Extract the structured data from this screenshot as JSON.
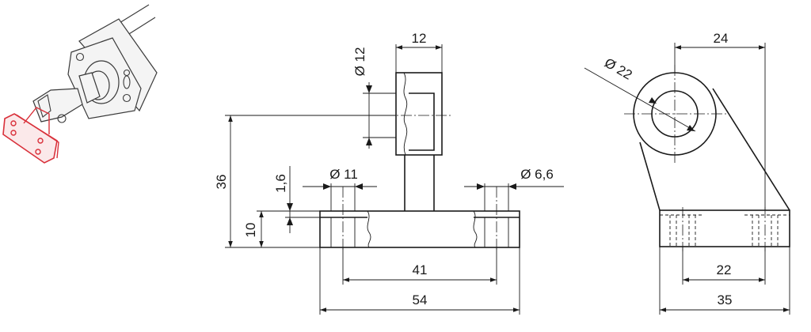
{
  "dimensions": {
    "front_top_width": "12",
    "front_pin_dia": "Ø 12",
    "front_height_total": "36",
    "front_shoulder": "1,6",
    "front_base_height": "10",
    "front_cbore_dia": "Ø 11",
    "front_hole_dia": "Ø 6,6",
    "front_hole_spacing": "41",
    "front_overall_width": "54",
    "side_eye_offset": "24",
    "side_eye_dia": "Ø 22",
    "side_hole_spacing": "22",
    "side_overall_width": "35"
  },
  "colors": {
    "highlight": "#d9303a",
    "line": "#1a1a1a"
  }
}
